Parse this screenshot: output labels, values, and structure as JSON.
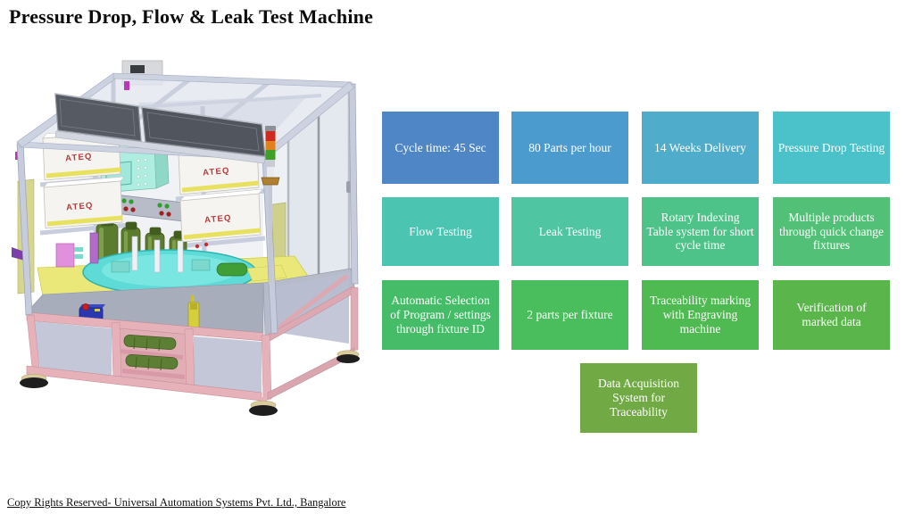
{
  "page": {
    "title": "Pressure Drop, Flow & Leak Test Machine",
    "footer": "Copy Rights Reserved- Universal Automation Systems Pvt. Ltd., Bangalore"
  },
  "machine": {
    "description": "3D CAD render of pressure drop, flow and leak test machine with aluminium frame enclosure, rotary indexing table, ATEQ instruments and signal tower",
    "instrument_label": "ATEQ",
    "tower_colors": {
      "top": "#d02a20",
      "middle": "#e2811c",
      "bottom": "#3fa028"
    }
  },
  "tiles": [
    {
      "label": "Cycle time: 45 Sec",
      "color": "#4e86c6"
    },
    {
      "label": "80 Parts per hour",
      "color": "#4c9bce"
    },
    {
      "label": "14 Weeks Delivery",
      "color": "#4fadcb"
    },
    {
      "label": "Pressure Drop Testing",
      "color": "#4bc2c9"
    },
    {
      "label": "Flow Testing",
      "color": "#4bc5b2"
    },
    {
      "label": "Leak Testing",
      "color": "#4fc5a2"
    },
    {
      "label": "Rotary Indexing Table system for short cycle time",
      "color": "#4ec389"
    },
    {
      "label": "Multiple products through quick change fixtures",
      "color": "#53c077"
    },
    {
      "label": "Automatic Selection of Program / settings through fixture ID",
      "color": "#45bd68"
    },
    {
      "label": "2 parts per fixture",
      "color": "#4abd5c"
    },
    {
      "label": "Traceability marking with Engraving machine",
      "color": "#50ba52"
    },
    {
      "label": "Verification of marked data",
      "color": "#5ab54b"
    },
    {
      "label": "Data Acquisition System for Traceability",
      "color": "#71aa45"
    }
  ]
}
